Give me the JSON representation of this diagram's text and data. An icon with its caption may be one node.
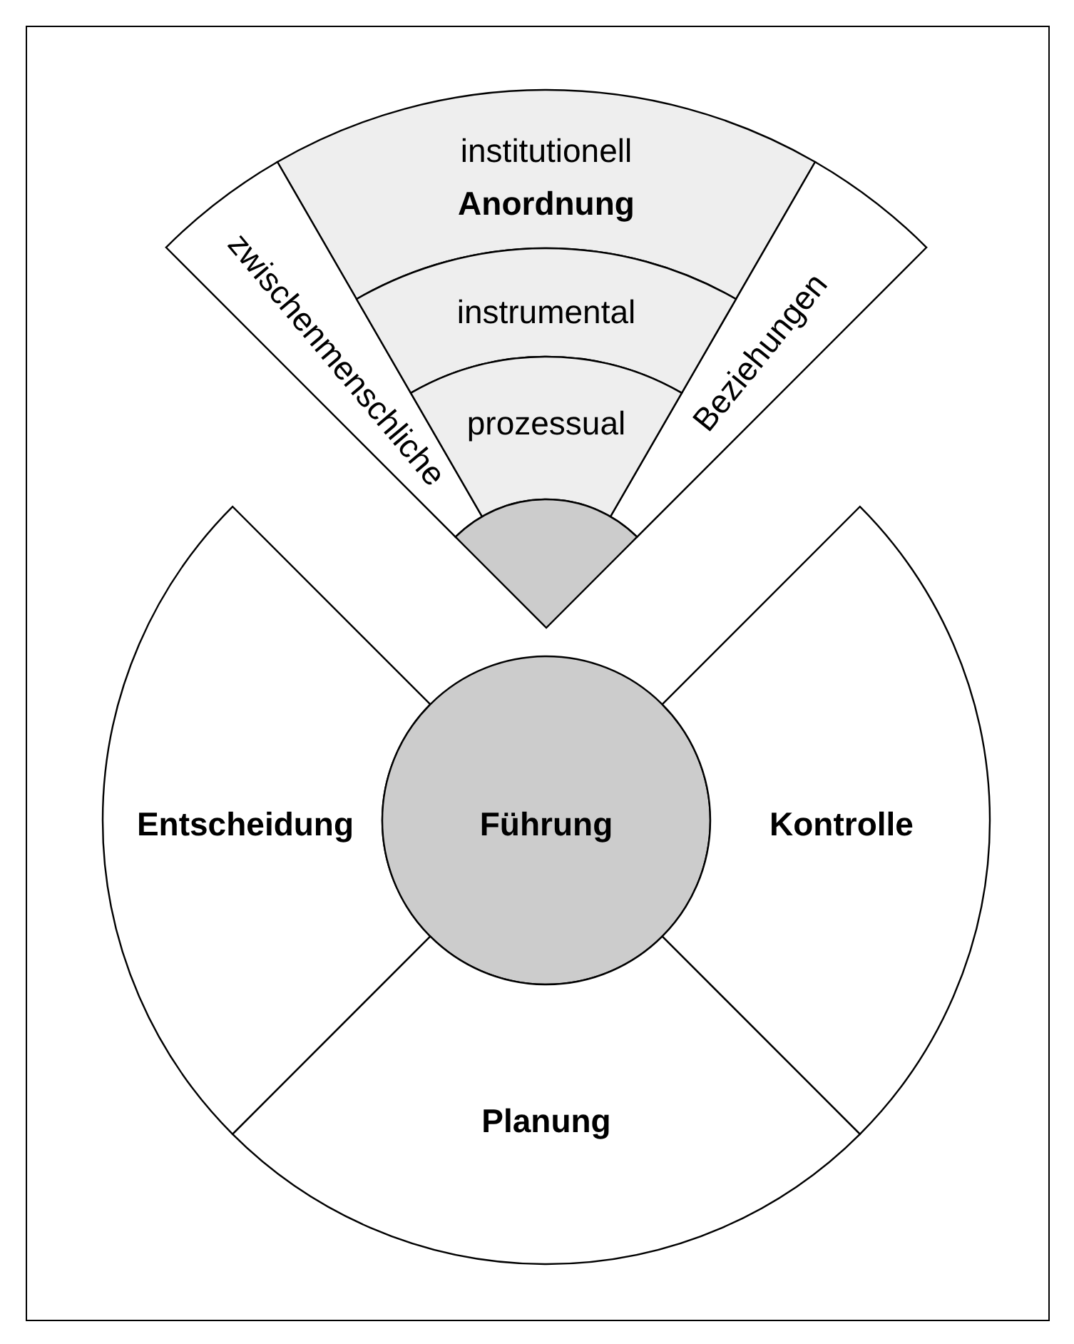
{
  "diagram": {
    "nodes": [
      {
        "text": [
          "institutionell",
          "Anordnung"
        ]
      },
      {
        "text": [
          "zwischenmenschliche"
        ]
      },
      {
        "text": [
          "Beziehungen"
        ]
      },
      {
        "text": [
          "instrumental"
        ]
      },
      {
        "text": [
          "prozessual"
        ]
      },
      {
        "text": [],
        "shape": "sector"
      },
      {
        "text": [
          "Entscheidung"
        ]
      },
      {
        "text": [
          "Führung"
        ]
      },
      {
        "text": [
          "Kontrolle"
        ]
      },
      {
        "text": [
          "Planung"
        ]
      }
    ]
  }
}
